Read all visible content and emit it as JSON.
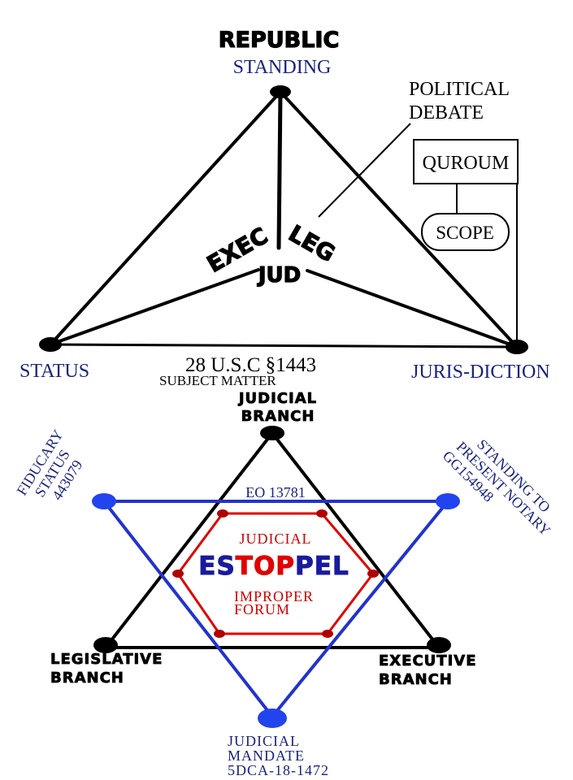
{
  "top": {
    "republic": "REPUBLIC",
    "standing": "STANDING",
    "political": "POLITICAL",
    "debate": "DEBATE",
    "quroum": "QUROUM",
    "scope": "SCOPE",
    "exec": "EXEC",
    "leg": "LEG",
    "jud": "JUD",
    "status": "STATUS",
    "jurisdiction": "JURIS-DICTION",
    "usc": "28 U.S.C §1443",
    "subject_matter": "SUBJECT MATTER"
  },
  "bottom": {
    "judicial_branch_1": "JUDICIAL",
    "judicial_branch_2": "BRANCH",
    "legislative_branch_1": "LEGISLATIVE",
    "legislative_branch_2": "BRANCH",
    "executive_branch_1": "EXECUTIVE",
    "executive_branch_2": "BRANCH",
    "fiducary_1": "FIDUCARY",
    "fiducary_2": "STATUS",
    "fiducary_3": "443079",
    "standing_1": "STANDING TO",
    "standing_2": "PRESENT NOTARY",
    "standing_3": "GG154948",
    "eo": "EO 13781",
    "judicial": "JUDICIAL",
    "estoppel_e": "E",
    "estoppel_s": "S",
    "estoppel_t": "T",
    "estoppel_o": "O",
    "estoppel_p1": "P",
    "estoppel_p2": "P",
    "estoppel_e2": "E",
    "estoppel_l": "L",
    "improper": "IMPROPER",
    "forum": "FORUM",
    "mandate_1": "JUDICIAL",
    "mandate_2": "MANDATE",
    "mandate_3": "5DCA-18-1472"
  },
  "colors": {
    "black": "#000000",
    "navy": "#1a237e",
    "blue": "#2233cc",
    "red": "#e00000",
    "dark_red": "#d00000"
  }
}
